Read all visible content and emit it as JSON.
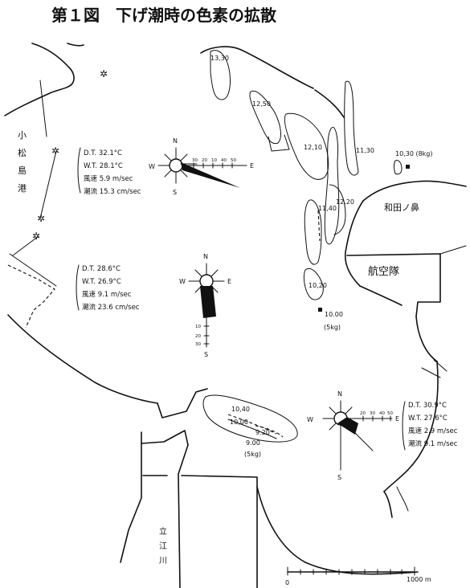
{
  "title": "第１図　下げ潮時の色素の拡散",
  "place_labels": {
    "komatsujima": [
      "小",
      "松",
      "島",
      "港"
    ],
    "wadanohana": "和田ノ鼻",
    "kokutai": "航空隊",
    "tatsuegawa": [
      "立",
      "江",
      "川"
    ]
  },
  "stations": [
    {
      "readings": [
        "D.T. 32.1°C",
        "W.T. 28.1°C",
        "風速 5.9 m/sec",
        "潮流 15.3 cm/sec"
      ],
      "compass": [
        "N",
        "E",
        "S",
        "W"
      ],
      "scale_ticks": [
        "30",
        "20",
        "10",
        "40",
        "50"
      ]
    },
    {
      "readings": [
        "D.T. 28.6°C",
        "W.T. 26.9°C",
        "風速 9.1 m/sec",
        "潮流 23.6 cm/sec"
      ],
      "compass": [
        "N",
        "E",
        "S",
        "W"
      ],
      "scale_ticks": [
        "10",
        "20",
        "30"
      ]
    },
    {
      "readings": [
        "D.T. 30.9°C",
        "W.T. 27.6°C",
        "風速 2.9 m/sec",
        "潮流 9.1 m/sec"
      ],
      "compass": [
        "N",
        "E",
        "S",
        "W"
      ],
      "scale_ticks": [
        "20",
        "30",
        "40",
        "50"
      ]
    }
  ],
  "patch_labels": [
    "13,30",
    "12,50",
    "12,10",
    "11,30",
    "11,40",
    "12,20",
    "10,20",
    "10.00",
    "(5kg)",
    "10,30 (8kg)",
    "10,40",
    "10,00",
    "9.20",
    "9.00",
    "(5kg)"
  ],
  "scale_bar": {
    "start": "0",
    "end": "1000 m"
  }
}
